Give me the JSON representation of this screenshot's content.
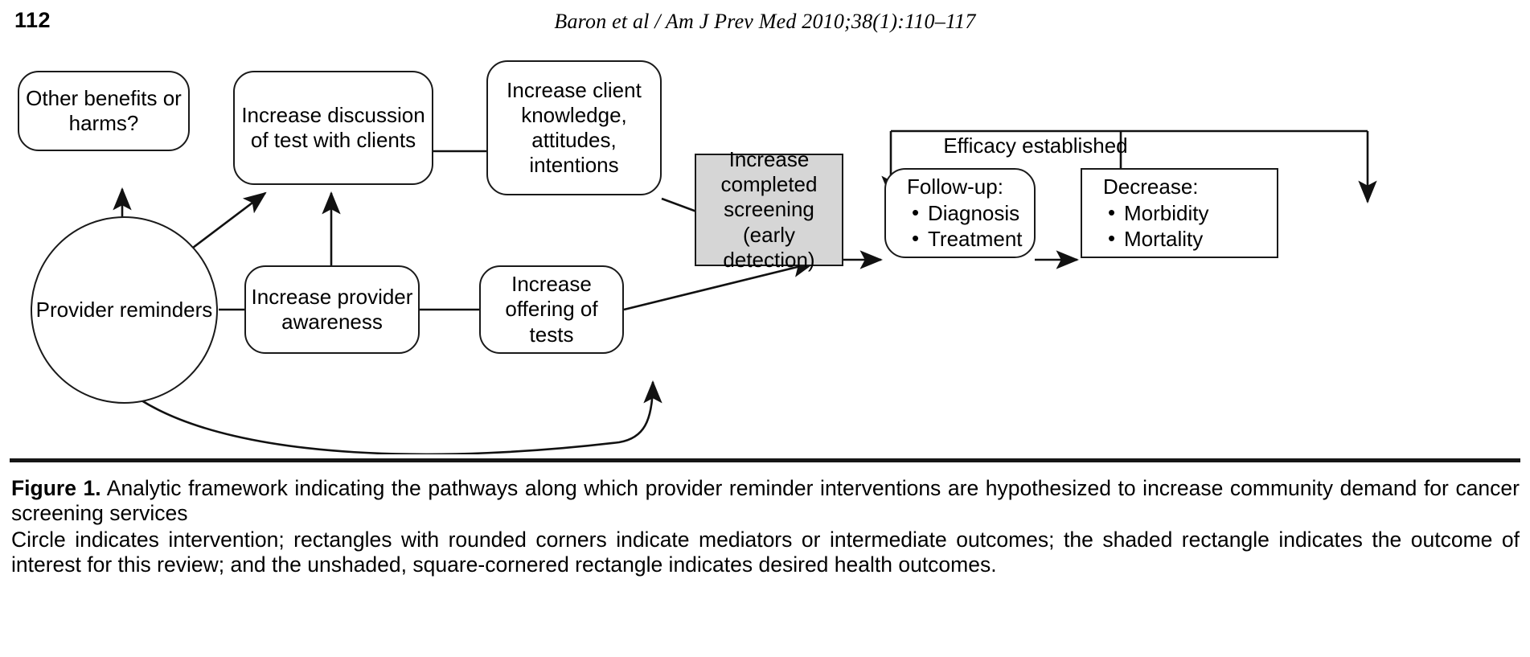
{
  "running_head": {
    "page_number": "112",
    "journal_ref": "Baron et al / Am J Prev Med 2010;38(1):110–117"
  },
  "figure": {
    "efficacy_label": "Efficacy established",
    "nodes": {
      "other_benefits": "Other benefits or harms?",
      "increase_discussion": "Increase discussion of test with clients",
      "increase_client_knowledge": "Increase client knowledge, attitudes, intentions",
      "provider_reminders": "Provider reminders",
      "increase_provider_awareness": "Increase provider awareness",
      "increase_offering": "Increase offering of tests",
      "increase_completed_screening": "Increase completed screening (early detection)",
      "follow_up_header": "Follow-up:",
      "follow_up_item_1": "Diagnosis",
      "follow_up_item_2": "Treatment",
      "decrease_header": "Decrease:",
      "decrease_item_1": "Morbidity",
      "decrease_item_2": "Mortality"
    },
    "colors": {
      "stroke": "#1a1a1a",
      "shaded_fill": "#d6d6d6",
      "node_fill": "#ffffff",
      "page_background": "#ffffff"
    }
  },
  "caption": {
    "label": "Figure 1.",
    "title": " Analytic framework indicating the pathways along which provider reminder interventions are hypothesized to increase community demand for cancer screening services",
    "description": "Circle indicates intervention; rectangles with rounded corners indicate mediators or intermediate outcomes; the shaded rectangle indicates the outcome of interest for this review; and the unshaded, square-cornered rectangle indicates desired health outcomes."
  }
}
